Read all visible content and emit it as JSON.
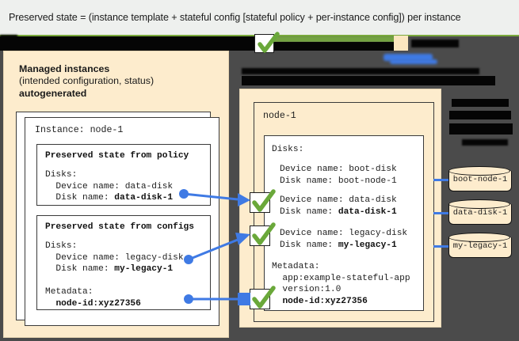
{
  "caption": {
    "text": "Preserved state = (instance template + stateful config [stateful policy + per-instance config]) per instance"
  },
  "colors": {
    "canvas": "#4b4b4b",
    "panel_cream": "#fdeccd",
    "accent_blue": "#3f7ae4",
    "accent_green": "#6aa83a",
    "rule_green": "#7aa93c",
    "redaction": "#050505",
    "card_white": "#ffffff"
  },
  "left_panel": {
    "title_line1": "Managed instances",
    "title_line2": "(intended configuration, status)",
    "title_line3": "autogenerated",
    "instance": {
      "heading": "Instance: node-1",
      "policy_box": {
        "title": "Preserved state from policy",
        "lines": [
          {
            "text": "Disks:",
            "bold": false
          },
          {
            "text": "  Device name: data-disk",
            "bold": false
          },
          {
            "text": "  Disk name: ",
            "bold_tail": "data-disk-1"
          }
        ]
      },
      "configs_box": {
        "title": "Preserved state from configs",
        "lines": [
          {
            "text": "Disks:",
            "bold": false
          },
          {
            "text": "  Device name: legacy-disk",
            "bold": false
          },
          {
            "text": "  Disk name: ",
            "bold_tail": "my-legacy-1"
          },
          {
            "text": "",
            "bold": false
          },
          {
            "text": "Metadata:",
            "bold": false
          },
          {
            "text": "  ",
            "bold_tail": "node-id:xyz27356"
          }
        ]
      }
    }
  },
  "right_panel": {
    "heading": "node-1",
    "disks_label": "Disks:",
    "entries": [
      {
        "device": "Device name: boot-disk",
        "disk_prefix": "Disk name: ",
        "disk_name": "boot-node-1",
        "disk_bold": false,
        "checked": false
      },
      {
        "device": "Device name: data-disk",
        "disk_prefix": "Disk name: ",
        "disk_name": "data-disk-1",
        "disk_bold": true,
        "checked": true
      },
      {
        "device": "Device name: legacy-disk",
        "disk_prefix": "Disk name: ",
        "disk_name": "my-legacy-1",
        "disk_bold": true,
        "checked": true
      }
    ],
    "metadata": {
      "label": "Metadata:",
      "items": [
        {
          "text": "app:example-stateful-app",
          "bold": false
        },
        {
          "text": "version:1.0",
          "bold": false
        },
        {
          "text": "node-id:xyz27356",
          "bold": true
        }
      ],
      "checked": true
    }
  },
  "disks": [
    {
      "label": "boot-node-1"
    },
    {
      "label": "data-disk-1"
    },
    {
      "label": "my-legacy-1"
    }
  ],
  "icons": {
    "check": "check-mark-icon",
    "arrow": "arrow-right-icon",
    "dot": "connector-dot-icon",
    "cylinder": "disk-cylinder-icon"
  }
}
